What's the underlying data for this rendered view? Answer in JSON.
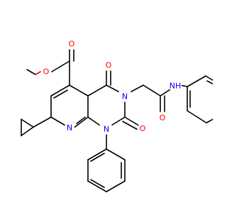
{
  "colors": {
    "bond": "#000000",
    "oxygen": "#ff0000",
    "nitrogen": "#0000ff",
    "background": "#ffffff"
  },
  "atoms": {
    "ester_o_single": "O",
    "ester_o_double": "O",
    "c4_o": "O",
    "c2_o": "O",
    "amide_o": "O",
    "n3": "N",
    "n8": "N",
    "n1": "N",
    "amide_nh": "NH"
  }
}
